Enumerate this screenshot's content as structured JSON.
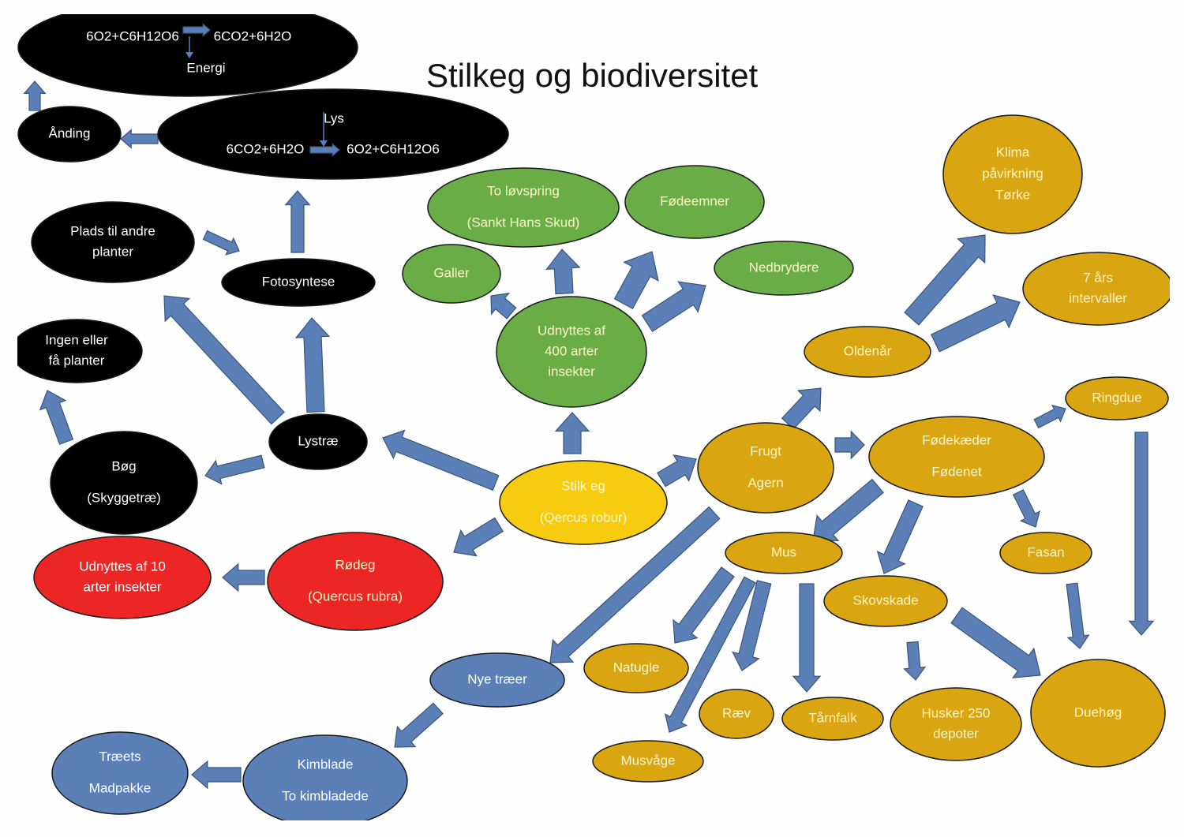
{
  "title": "Stilkeg og biodiversitet",
  "colors": {
    "black_node": "#000000",
    "green_node": "#6aad47",
    "gold_node": "#d9a511",
    "yellow_node": "#f7cc10",
    "red_node": "#ec2525",
    "blue_node": "#5b80b8",
    "arrow": "#5b80b8",
    "node_text_light": "#ffffff",
    "node_text_warm": "#fff6c8"
  },
  "nodes": {
    "respiration_eq": {
      "lines": [
        "6O2+C6H12O6",
        "6CO2+6H2O",
        "Energi"
      ]
    },
    "aanding": {
      "lines": [
        "Ånding"
      ]
    },
    "photosynthesis_eq": {
      "lines": [
        "Lys",
        "6CO2+6H2O",
        "6O2+C6H12O6"
      ]
    },
    "plads": {
      "lines": [
        "Plads til andre",
        "planter"
      ]
    },
    "fotosyntese": {
      "lines": [
        "Fotosyntese"
      ]
    },
    "ingen": {
      "lines": [
        "Ingen eller",
        "få planter"
      ]
    },
    "lystrae": {
      "lines": [
        "Lystræ"
      ]
    },
    "bog": {
      "lines": [
        "Bøg",
        "(Skyggetræ)"
      ]
    },
    "udnyttes10": {
      "lines": [
        "Udnyttes af 10",
        "arter insekter"
      ]
    },
    "rodeg": {
      "lines": [
        "Rødeg",
        "(Quercus rubra)"
      ]
    },
    "stilkeg": {
      "lines": [
        "Stilk eg",
        "(Qercus robur)"
      ]
    },
    "udnyttes400": {
      "lines": [
        "Udnyttes af",
        "400 arter",
        "insekter"
      ]
    },
    "galler": {
      "lines": [
        "Galler"
      ]
    },
    "lovspring": {
      "lines": [
        "To løvspring",
        "(Sankt Hans Skud)"
      ]
    },
    "fodeemner": {
      "lines": [
        "Fødeemner"
      ]
    },
    "nedbrydere": {
      "lines": [
        "Nedbrydere"
      ]
    },
    "klima": {
      "lines": [
        "Klima",
        "påvirkning",
        "Tørke"
      ]
    },
    "syvaars": {
      "lines": [
        "7 års",
        "intervaller"
      ]
    },
    "oldenaar": {
      "lines": [
        "Oldenår"
      ]
    },
    "frugt": {
      "lines": [
        "Frugt",
        "Agern"
      ]
    },
    "fodekaeder": {
      "lines": [
        "Fødekæder",
        "Fødenet"
      ]
    },
    "ringdue": {
      "lines": [
        "Ringdue"
      ]
    },
    "mus": {
      "lines": [
        "Mus"
      ]
    },
    "fasan": {
      "lines": [
        "Fasan"
      ]
    },
    "skovskade": {
      "lines": [
        "Skovskade"
      ]
    },
    "natugle": {
      "lines": [
        "Natugle"
      ]
    },
    "raev": {
      "lines": [
        "Ræv"
      ]
    },
    "taarnfalk": {
      "lines": [
        "Tårnfalk"
      ]
    },
    "husker": {
      "lines": [
        "Husker 250",
        "depoter"
      ]
    },
    "duehog": {
      "lines": [
        "Duehøg"
      ]
    },
    "musvaage": {
      "lines": [
        "Musvåge"
      ]
    },
    "nyetraer": {
      "lines": [
        "Nye træer"
      ]
    },
    "kimblade": {
      "lines": [
        "Kimblade",
        "To kimbladede"
      ]
    },
    "traeets": {
      "lines": [
        "Træets",
        "Madpakke"
      ]
    }
  },
  "edges": [
    {
      "from": "stilkeg",
      "to": "lystrae"
    },
    {
      "from": "stilkeg",
      "to": "udnyttes400"
    },
    {
      "from": "stilkeg",
      "to": "frugt"
    },
    {
      "from": "stilkeg",
      "to": "rodeg"
    },
    {
      "from": "lystrae",
      "to": "bog"
    },
    {
      "from": "lystrae",
      "to": "plads"
    },
    {
      "from": "lystrae",
      "to": "fotosyntese"
    },
    {
      "from": "bog",
      "to": "ingen"
    },
    {
      "from": "plads",
      "to": "fotosyntese"
    },
    {
      "from": "fotosyntese",
      "to": "photosynthesis_eq"
    },
    {
      "from": "photosynthesis_eq",
      "to": "aanding"
    },
    {
      "from": "aanding",
      "to": "respiration_eq"
    },
    {
      "from": "rodeg",
      "to": "udnyttes10"
    },
    {
      "from": "udnyttes400",
      "to": "galler"
    },
    {
      "from": "udnyttes400",
      "to": "lovspring"
    },
    {
      "from": "udnyttes400",
      "to": "fodeemner"
    },
    {
      "from": "udnyttes400",
      "to": "nedbrydere"
    },
    {
      "from": "frugt",
      "to": "oldenaar"
    },
    {
      "from": "frugt",
      "to": "fodekaeder"
    },
    {
      "from": "frugt",
      "to": "nyetraer"
    },
    {
      "from": "oldenaar",
      "to": "klima"
    },
    {
      "from": "oldenaar",
      "to": "syvaars"
    },
    {
      "from": "fodekaeder",
      "to": "ringdue"
    },
    {
      "from": "fodekaeder",
      "to": "mus"
    },
    {
      "from": "fodekaeder",
      "to": "skovskade"
    },
    {
      "from": "fodekaeder",
      "to": "fasan"
    },
    {
      "from": "ringdue",
      "to": "duehog"
    },
    {
      "from": "fasan",
      "to": "duehog"
    },
    {
      "from": "skovskade",
      "to": "duehog"
    },
    {
      "from": "skovskade",
      "to": "husker"
    },
    {
      "from": "mus",
      "to": "natugle"
    },
    {
      "from": "mus",
      "to": "musvaage"
    },
    {
      "from": "mus",
      "to": "raev"
    },
    {
      "from": "mus",
      "to": "taarnfalk"
    },
    {
      "from": "nyetraer",
      "to": "kimblade"
    },
    {
      "from": "kimblade",
      "to": "traeets"
    }
  ]
}
